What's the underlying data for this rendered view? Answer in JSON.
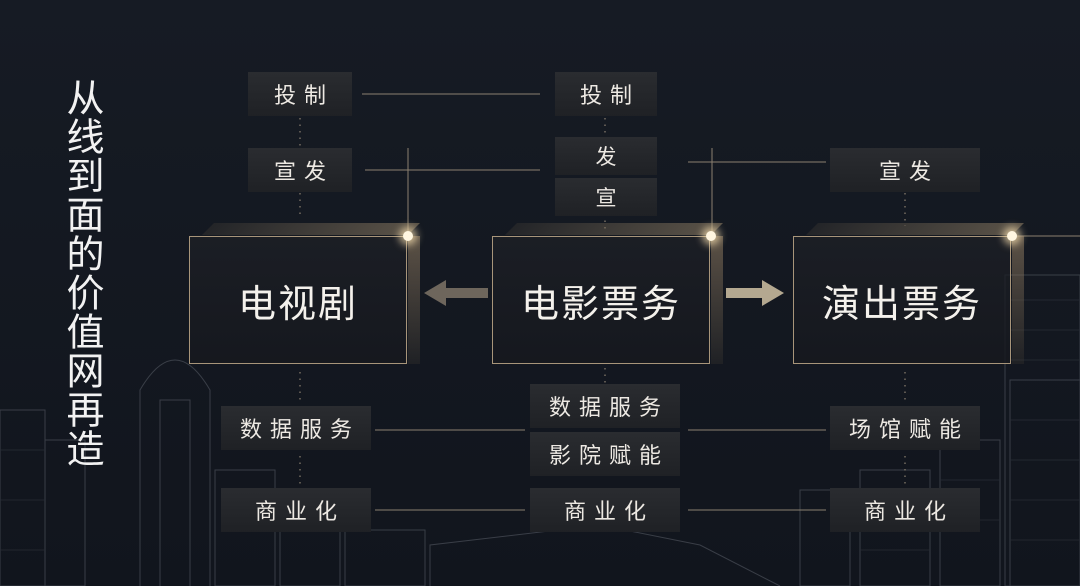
{
  "title": "从线到面的价值网再造",
  "boxes": {
    "tv": "电视剧",
    "film": "电影票务",
    "show": "演出票务"
  },
  "tv_tags": {
    "invest": "投制",
    "publish": "宣发",
    "data": "数据服务",
    "commerce": "商业化"
  },
  "film_tags": {
    "invest": "投制",
    "fa": "发",
    "xuan": "宣",
    "data": "数据服务",
    "cinema": "影院赋能",
    "commerce": "商业化"
  },
  "show_tags": {
    "publish": "宣发",
    "venue": "场馆赋能",
    "commerce": "商业化"
  },
  "colors": {
    "accent": "#a8957a",
    "background": "#141922",
    "tag_bg": "#26282c",
    "text": "#ede9e3"
  }
}
